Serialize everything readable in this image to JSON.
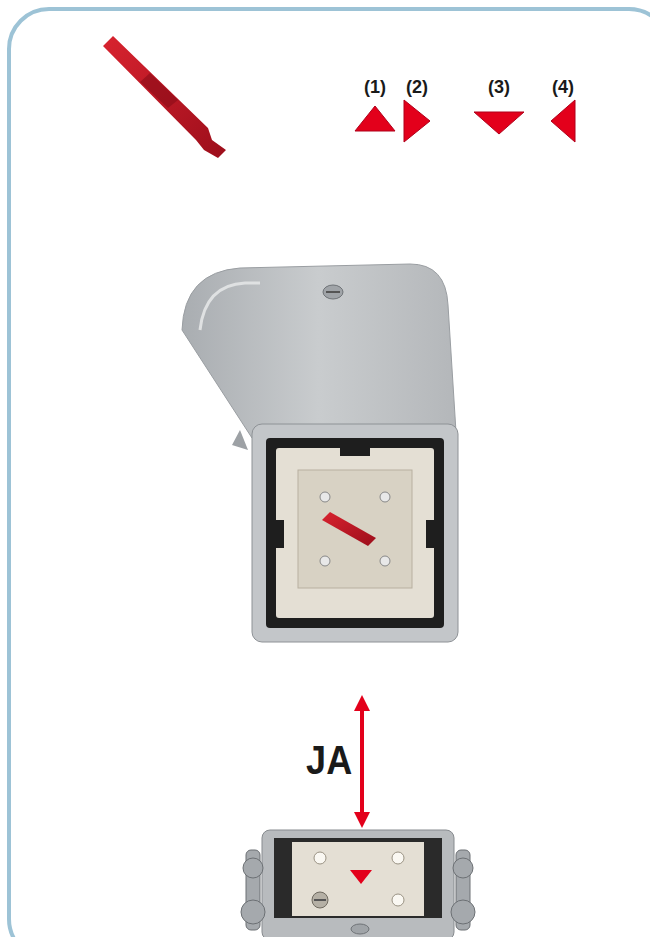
{
  "diagram": {
    "labels": [
      "(1)",
      "(2)",
      "(3)",
      "(4)",
      "JA"
    ]
  }
}
